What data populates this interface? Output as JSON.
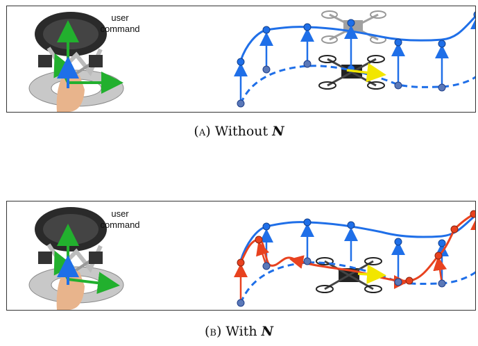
{
  "panels": [
    {
      "user_label_line1": "user",
      "user_label_line2": "command",
      "caption_prefix": "(a)",
      "caption_text": "Without",
      "caption_symbol": "N"
    },
    {
      "user_label_line1": "user",
      "user_label_line2": "command",
      "caption_prefix": "(b)",
      "caption_text": "With",
      "caption_symbol": "N"
    }
  ],
  "colors": {
    "blue": "#1f6fe8",
    "red": "#e8421f",
    "yellow": "#f2e600",
    "green": "#22b02e",
    "node_grey": "#5a78b8"
  }
}
